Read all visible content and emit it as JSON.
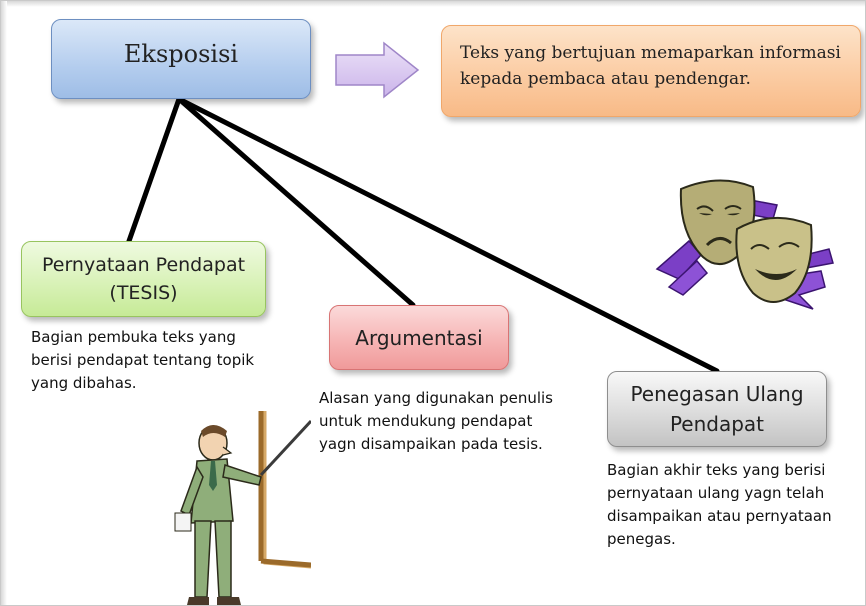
{
  "diagram": {
    "root": {
      "label": "Eksposisi"
    },
    "definition": {
      "text": "Teks yang bertujuan memaparkan informasi kepada pembaca atau pendengar."
    },
    "parts": [
      {
        "label": "Pernyataan Pendapat (TESIS)",
        "description": "Bagian pembuka teks yang berisi pendapat tentang topik yang dibahas."
      },
      {
        "label": "Argumentasi",
        "description": "Alasan yang digunakan penulis untuk mendukung pendapat yagn disampaikan pada tesis."
      },
      {
        "label": "Penegasan Ulang Pendapat",
        "description": "Bagian akhir teks yang berisi pernyataan ulang yagn telah disampaikan atau pernyataan penegas."
      }
    ]
  },
  "colors": {
    "root_box": "#b4cdee",
    "definition_box": "#fbcca3",
    "tesis_box": "#d9f2b8",
    "argument_box": "#f6b5b5",
    "restatement_box": "#dcdcdc",
    "arrow_fill": "#d9c6f1",
    "connector": "#000000"
  },
  "icons": [
    "right-arrow-icon",
    "theater-masks-icon",
    "teacher-pointer-icon"
  ]
}
